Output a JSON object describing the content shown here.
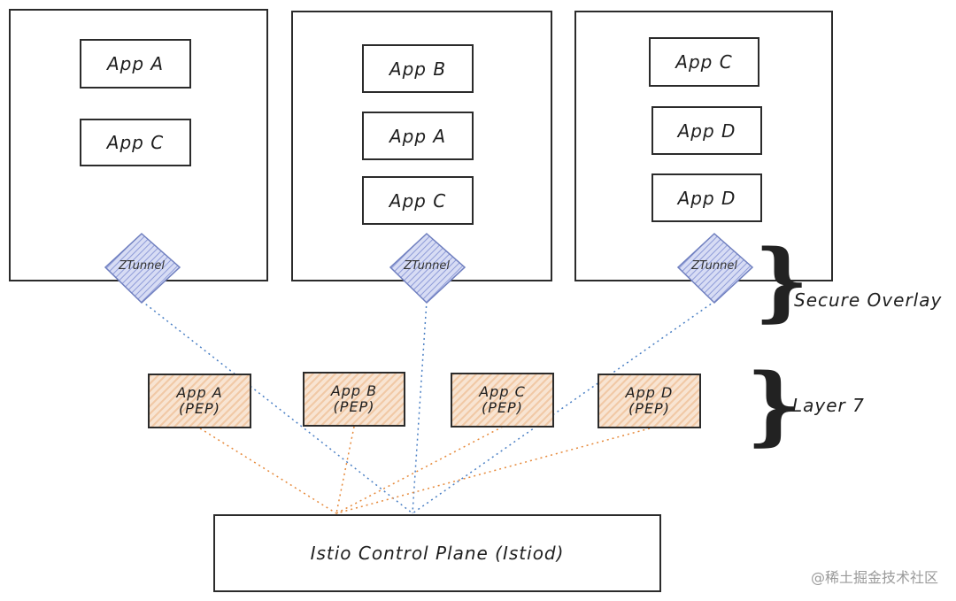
{
  "nodes": [
    {
      "apps": [
        "App A",
        "App C"
      ],
      "ztunnel": "ZTunnel"
    },
    {
      "apps": [
        "App B",
        "App A",
        "App C"
      ],
      "ztunnel": "ZTunnel"
    },
    {
      "apps": [
        "App C",
        "App D",
        "App D"
      ],
      "ztunnel": "ZTunnel"
    }
  ],
  "peps": [
    {
      "line1": "App A",
      "line2": "(PEP)"
    },
    {
      "line1": "App B",
      "line2": "(PEP)"
    },
    {
      "line1": "App C",
      "line2": "(PEP)"
    },
    {
      "line1": "App D",
      "line2": "(PEP)"
    }
  ],
  "control_plane": "Istio Control Plane (Istiod)",
  "labels": {
    "secure_overlay": "Secure Overlay",
    "layer7": "Layer 7"
  },
  "watermark": "@稀土掘金技术社区",
  "colors": {
    "ztunnel_line": "#4a7fc4",
    "pep_line": "#e6893a",
    "pep_fill": "#f1c9a6",
    "ztunnel_fill": "#a9b6e6"
  }
}
